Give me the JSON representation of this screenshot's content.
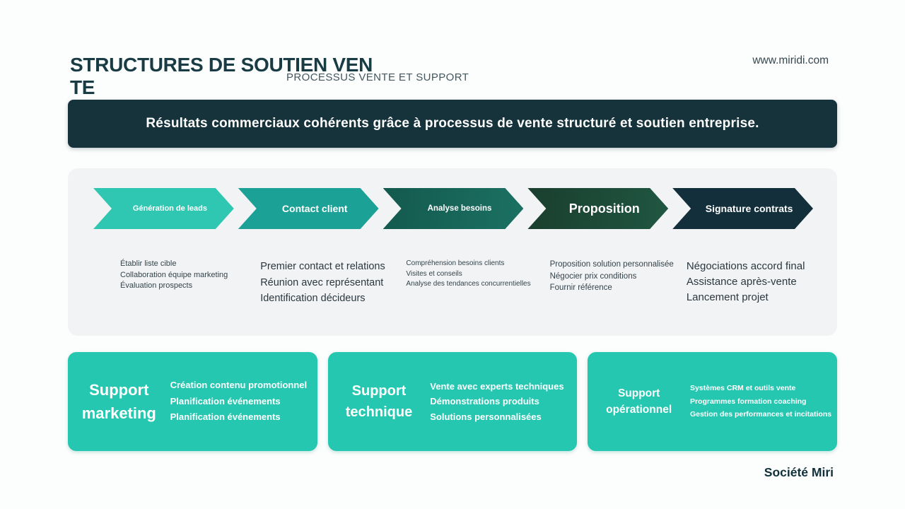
{
  "header": {
    "title_line1": "STRUCTURES DE SOUTIEN VEN",
    "title_line2": "TE",
    "subtitle": "PROCESSUS VENTE ET SUPPORT",
    "website": "www.miridi.com"
  },
  "banner": {
    "text": "Résultats commerciaux cohérents grâce à processus de vente structuré et soutien entreprise."
  },
  "process": {
    "steps": [
      {
        "label": "Génération de leads",
        "color": "#2fc7b2",
        "items": [
          "Établir liste cible",
          "Collaboration équipe marketing",
          "Évaluation prospects"
        ]
      },
      {
        "label": "Contact client",
        "color": "#1ba195",
        "items": [
          "Premier contact et relations",
          "Réunion avec représentant",
          "Identification décideurs"
        ]
      },
      {
        "label": "Analyse besoins",
        "color": "#14594e",
        "color2": "#1b7163",
        "items": [
          "Compréhension besoins clients",
          "Visites et conseils",
          "Analyse des tendances concurrentielles"
        ]
      },
      {
        "label": "Proposition",
        "color": "#1a3e2e",
        "color2": "#205742",
        "items": [
          "Proposition solution personnalisée",
          "Négocier prix conditions",
          "Fournir référence"
        ]
      },
      {
        "label": "Signature contrats",
        "color": "#142f3c",
        "items": [
          "Négociations accord final",
          "Assistance après-vente",
          "Lancement projet"
        ]
      }
    ]
  },
  "support_cards": [
    {
      "title": "Support marketing",
      "items": [
        "Création contenu promotionnel",
        "Planification événements",
        "Planification événements"
      ]
    },
    {
      "title": "Support technique",
      "items": [
        "Vente avec experts techniques",
        "Démonstrations produits",
        "Solutions personnalisées"
      ]
    },
    {
      "title": "Support opérationnel",
      "items": [
        "Systèmes CRM et outils vente",
        "Programmes formation coaching",
        "Gestion des performances et incitations"
      ]
    }
  ],
  "footer": {
    "company": "Société Miri"
  },
  "colors": {
    "card_teal": "#25c7b0",
    "banner_bg": "#16333c",
    "panel_bg": "#f2f3f4",
    "title_text": "#183b44"
  }
}
